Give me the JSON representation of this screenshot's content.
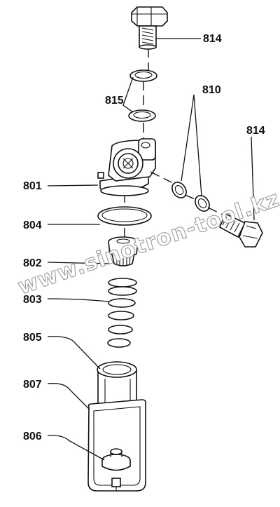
{
  "labels": {
    "bolt_top": "814",
    "washer_pair": "815",
    "washer_pair_right": "810",
    "bolt_right": "814",
    "housing": "801",
    "o_ring": "804",
    "valve": "802",
    "spring": "803",
    "filter_cup": "805",
    "clamp": "807",
    "cap": "806"
  },
  "watermark": "www.sinotron-tool.kz"
}
